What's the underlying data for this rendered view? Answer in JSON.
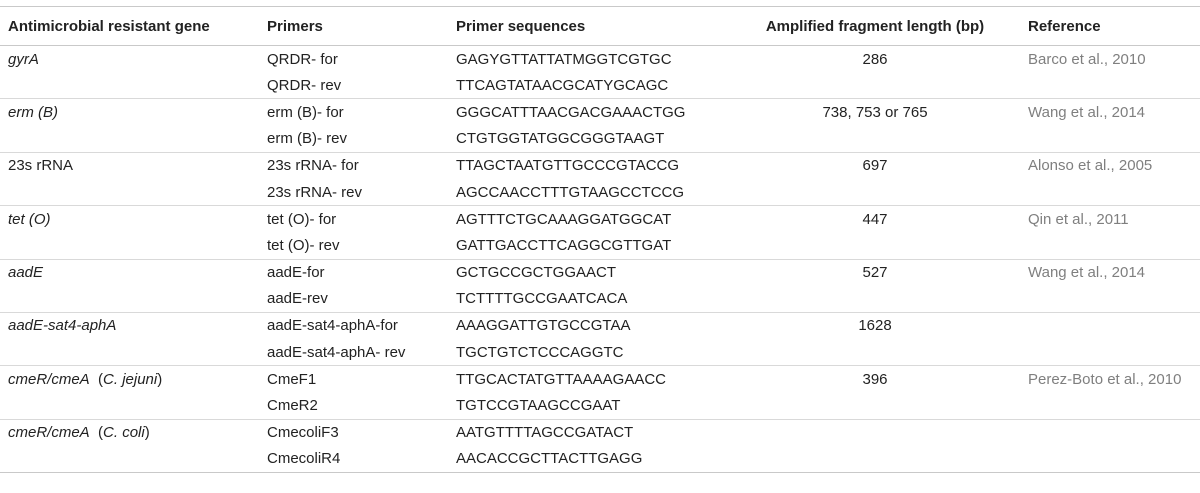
{
  "headers": [
    "Antimicrobial resistant gene",
    "Primers",
    "Primer sequences",
    "Amplified fragment length (bp)",
    "Reference"
  ],
  "groups": [
    {
      "gene": "gyrA",
      "length": "286",
      "reference": "Barco et al., 2010",
      "primers": [
        {
          "name": "QRDR- for",
          "sequence": "GAGYGTTATTATMGGTCGTGC"
        },
        {
          "name": "QRDR- rev",
          "sequence": "TTCAGTATAACGCATYGCAGC"
        }
      ]
    },
    {
      "gene": "erm (B)",
      "length": "738, 753 or 765",
      "reference": "Wang et al., 2014",
      "primers": [
        {
          "name": "erm (B)- for",
          "sequence": "GGGCATTTAACGACGAAACTGG"
        },
        {
          "name": "erm (B)- rev",
          "sequence": "CTGTGGTATGGCGGGTAAGT"
        }
      ]
    },
    {
      "gene": "23s rRNA",
      "length": "697",
      "reference": "Alonso et al., 2005",
      "primers": [
        {
          "name": "23s rRNA- for",
          "sequence": "TTAGCTAATGTTGCCCGTACCG"
        },
        {
          "name": "23s rRNA- rev",
          "sequence": "AGCCAACCTTTGTAAGCCTCCG"
        }
      ]
    },
    {
      "gene": "tet (O)",
      "length": "447",
      "reference": "Qin et al., 2011",
      "primers": [
        {
          "name": "tet (O)- for",
          "sequence": "AGTTTCTGCAAAGGATGGCAT"
        },
        {
          "name": "tet (O)- rev",
          "sequence": "GATTGACCTTCAGGCGTTGAT"
        }
      ]
    },
    {
      "gene": "aadE",
      "length": "527",
      "reference": "Wang et al., 2014",
      "primers": [
        {
          "name": "aadE-for",
          "sequence": "GCTGCCGCTGGAACT"
        },
        {
          "name": "aadE-rev",
          "sequence": "TCTTTTGCCGAATCACA"
        }
      ]
    },
    {
      "gene": "aadE-sat4-aphA",
      "length": "1628",
      "reference": "",
      "primers": [
        {
          "name": "aadE-sat4-aphA-for",
          "sequence": "AAAGGATTGTGCCGTAA"
        },
        {
          "name": "aadE-sat4-aphA- rev",
          "sequence": "TGCTGTCTCCCAGGTC"
        }
      ]
    },
    {
      "gene": "cmeR/cmeA",
      "gene_note_open": "  (",
      "gene_species": "C. jejuni",
      "gene_note_close": ")",
      "length": "396",
      "reference": "Perez-Boto et al., 2010",
      "primers": [
        {
          "name": "CmeF1",
          "sequence": "TTGCACTATGTTAAAAGAACC"
        },
        {
          "name": "CmeR2",
          "sequence": "TGTCCGTAAGCCGAAT"
        }
      ]
    },
    {
      "gene": "cmeR/cmeA",
      "gene_note_open": "  (",
      "gene_species": "C. coli",
      "gene_note_close": ")",
      "length": "",
      "reference": "",
      "primers": [
        {
          "name": "CmecoliF3",
          "sequence": "AATGTTTTAGCCGATACT"
        },
        {
          "name": "CmecoliR4",
          "sequence": "AACACCGCTTACTTGAGG"
        }
      ]
    }
  ]
}
